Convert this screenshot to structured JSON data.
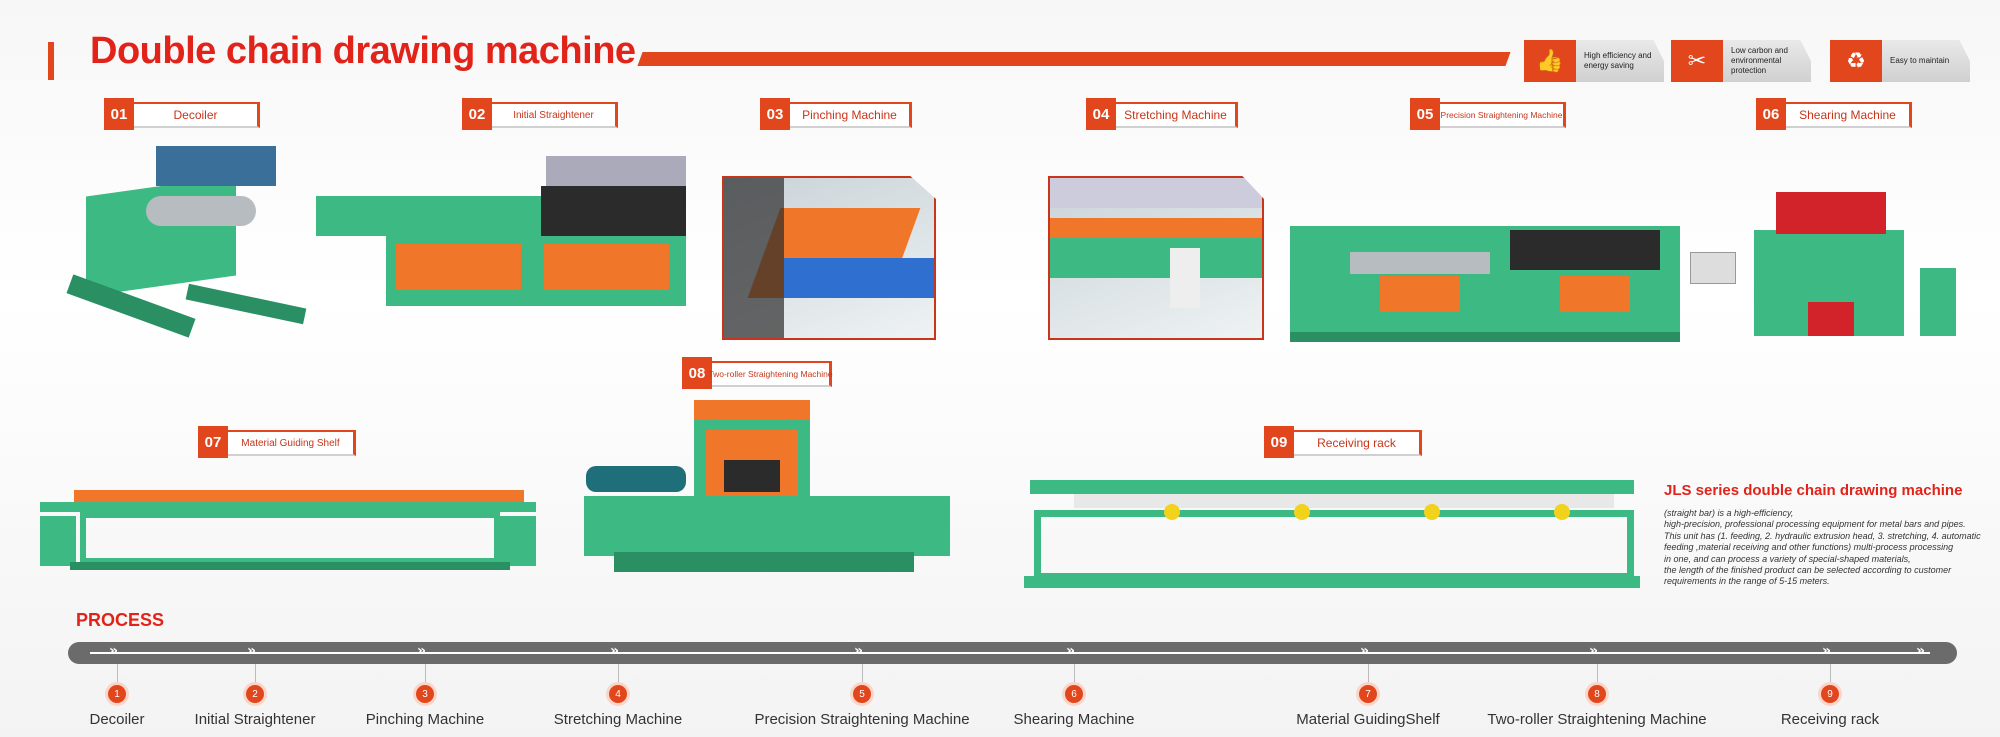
{
  "header": {
    "title": "Double chain drawing machine"
  },
  "features": [
    {
      "icon": "thumbs-up-icon",
      "glyph": "👍",
      "label": "High efficiency and energy saving"
    },
    {
      "icon": "tools-icon",
      "glyph": "✂",
      "label": "Low carbon and environmental protection"
    },
    {
      "icon": "recycle-icon",
      "glyph": "♻",
      "label": "Easy to maintain"
    }
  ],
  "sections": [
    {
      "num": "01",
      "label": "Decoiler"
    },
    {
      "num": "02",
      "label": "Initial Straightener"
    },
    {
      "num": "03",
      "label": "Pinching Machine"
    },
    {
      "num": "04",
      "label": "Stretching Machine"
    },
    {
      "num": "05",
      "label": "Precision Straightening Machine"
    },
    {
      "num": "06",
      "label": "Shearing Machine"
    },
    {
      "num": "07",
      "label": "Material Guiding Shelf"
    },
    {
      "num": "08",
      "label": "Two-roller Straightening Machine"
    },
    {
      "num": "09",
      "label": "Receiving rack"
    }
  ],
  "description": {
    "title": "JLS series double chain drawing machine",
    "lines": [
      "(straight bar) is a high-efficiency,",
      "high-precision, professional processing equipment for metal bars and pipes.",
      "This unit has (1. feeding, 2. hydraulic extrusion head, 3. stretching, 4. automatic",
      "feeding ,material receiving and other functions) multi-process processing",
      "in one, and can process a variety of special-shaped materials,",
      "the length of the finished product can be selected according to customer",
      "requirements in the range of 5-15 meters."
    ]
  },
  "process": {
    "title": "PROCESS",
    "steps": [
      {
        "num": "1",
        "label": "Decoiler"
      },
      {
        "num": "2",
        "label": "Initial Straightener"
      },
      {
        "num": "3",
        "label": "Pinching Machine"
      },
      {
        "num": "4",
        "label": "Stretching Machine"
      },
      {
        "num": "5",
        "label": "Precision Straightening Machine"
      },
      {
        "num": "6",
        "label": "Shearing Machine"
      },
      {
        "num": "7",
        "label": "Material GuidingShelf"
      },
      {
        "num": "8",
        "label": "Two-roller Straightening Machine"
      },
      {
        "num": "9",
        "label": "Receiving rack"
      }
    ]
  },
  "colors": {
    "accent": "#e2461d",
    "title": "#e2231a",
    "machine_green": "#3dba84",
    "machine_orange": "#f0772a"
  }
}
